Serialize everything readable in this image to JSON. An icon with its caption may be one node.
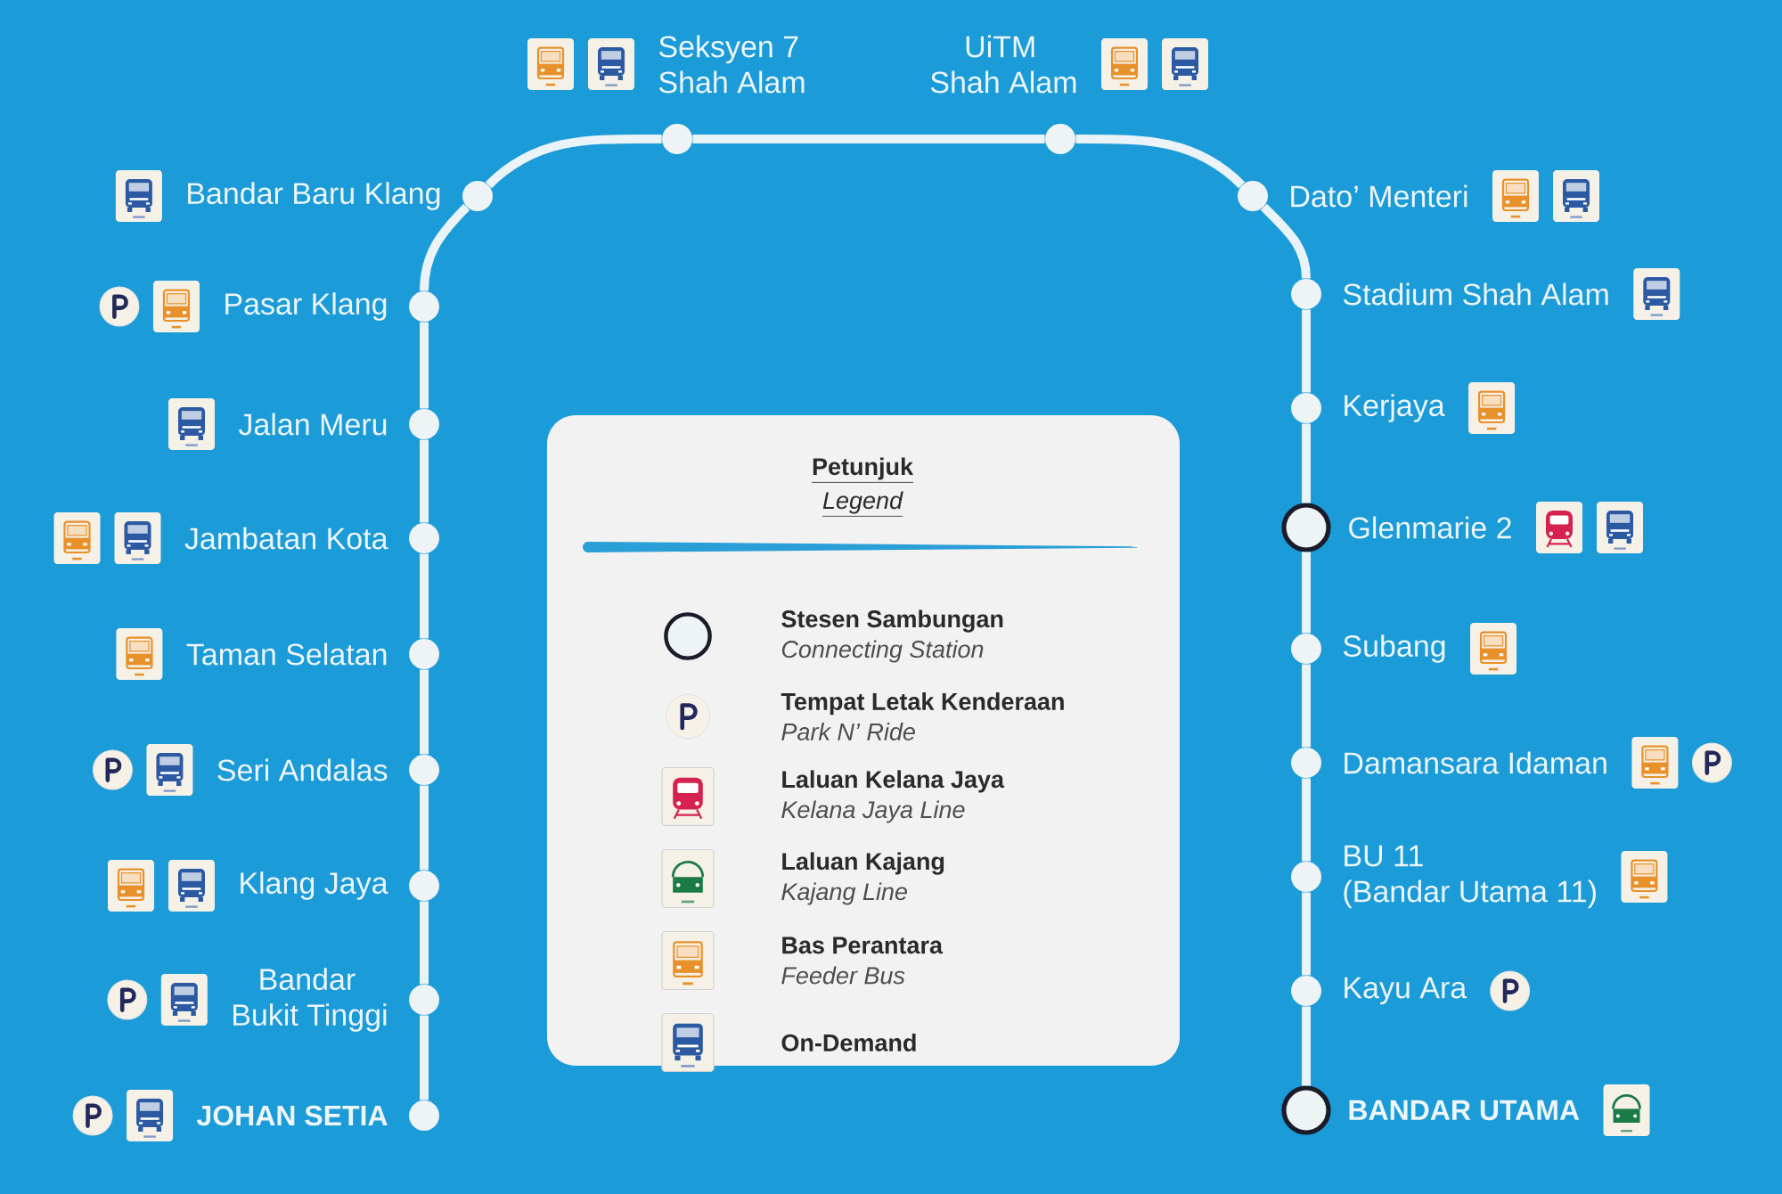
{
  "diagram": {
    "nodes": [
      {
        "text": [],
        "shape": "circle",
        "beside": [
          "JOHAN SETIA"
        ]
      },
      {
        "text": [],
        "shape": "circle",
        "beside": [
          "Bandar Bukit Tinggi"
        ]
      },
      {
        "text": [],
        "shape": "circle",
        "beside": [
          "Klang Jaya"
        ]
      },
      {
        "text": [],
        "shape": "circle",
        "beside": [
          "Seri Andalas"
        ]
      },
      {
        "text": [],
        "shape": "circle",
        "beside": [
          "Taman Selatan"
        ]
      },
      {
        "text": [],
        "shape": "circle",
        "beside": [
          "Jambatan Kota"
        ]
      },
      {
        "text": [],
        "shape": "circle",
        "beside": [
          "Jalan Meru"
        ]
      },
      {
        "text": [],
        "shape": "circle",
        "beside": [
          "Pasar Klang"
        ]
      },
      {
        "text": [],
        "shape": "circle",
        "beside": [
          "Bandar Baru Klang"
        ]
      },
      {
        "text": [],
        "shape": "circle",
        "beside": [
          "Seksyen 7 Shah Alam"
        ]
      },
      {
        "text": [],
        "shape": "circle",
        "beside": [
          "UiTM Shah Alam"
        ]
      },
      {
        "text": [],
        "shape": "circle",
        "beside": [
          "Dato’ Menteri"
        ]
      },
      {
        "text": [],
        "shape": "circle",
        "beside": [
          "Stadium Shah Alam"
        ]
      },
      {
        "text": [],
        "shape": "circle",
        "beside": [
          "Kerjaya"
        ]
      },
      {
        "text": [],
        "shape": "circle",
        "beside": [
          "Glenmarie 2"
        ]
      },
      {
        "text": [],
        "shape": "circle",
        "beside": [
          "Subang"
        ]
      },
      {
        "text": [],
        "shape": "circle",
        "beside": [
          "Damansara Idaman"
        ]
      },
      {
        "text": [],
        "shape": "circle",
        "beside": [
          "BU 11 (Bandar Utama 11)"
        ]
      },
      {
        "text": [],
        "shape": "circle",
        "beside": [
          "Kayu Ara"
        ]
      },
      {
        "text": [],
        "shape": "circle",
        "beside": [
          "BANDAR UTAMA"
        ]
      }
    ],
    "edges": [
      {
        "from": 0,
        "to": 1,
        "arrow": "none"
      },
      {
        "from": 1,
        "to": 2,
        "arrow": "none"
      },
      {
        "from": 2,
        "to": 3,
        "arrow": "none"
      },
      {
        "from": 3,
        "to": 4,
        "arrow": "none"
      },
      {
        "from": 4,
        "to": 5,
        "arrow": "none"
      },
      {
        "from": 5,
        "to": 6,
        "arrow": "none"
      },
      {
        "from": 6,
        "to": 7,
        "arrow": "none"
      },
      {
        "from": 7,
        "to": 8,
        "arrow": "none"
      },
      {
        "from": 8,
        "to": 9,
        "arrow": "none"
      },
      {
        "from": 9,
        "to": 10,
        "arrow": "none"
      },
      {
        "from": 10,
        "to": 11,
        "arrow": "none"
      },
      {
        "from": 11,
        "to": 12,
        "arrow": "none"
      },
      {
        "from": 12,
        "to": 13,
        "arrow": "none"
      },
      {
        "from": 13,
        "to": 14,
        "arrow": "none"
      },
      {
        "from": 14,
        "to": 15,
        "arrow": "none"
      },
      {
        "from": 15,
        "to": 16,
        "arrow": "none"
      },
      {
        "from": 16,
        "to": 17,
        "arrow": "none"
      },
      {
        "from": 17,
        "to": 18,
        "arrow": "none"
      },
      {
        "from": 18,
        "to": 19,
        "arrow": "none"
      }
    ],
    "labels": [
      "Petunjuk",
      "Legend"
    ],
    "legend": [
      {
        "text": "Stesen Sambungan *Connecting Station*"
      },
      {
        "text": "Tempat Letak Kenderaan *Park N’ Ride*"
      },
      {
        "text": "Laluan Kelana Jaya *Kelana Jaya Line*"
      },
      {
        "text": "Laluan Kajang *Kajang Line*"
      },
      {
        "text": "Bas Perantara *Feeder Bus*"
      },
      {
        "text": "On-Demand"
      }
    ]
  }
}
